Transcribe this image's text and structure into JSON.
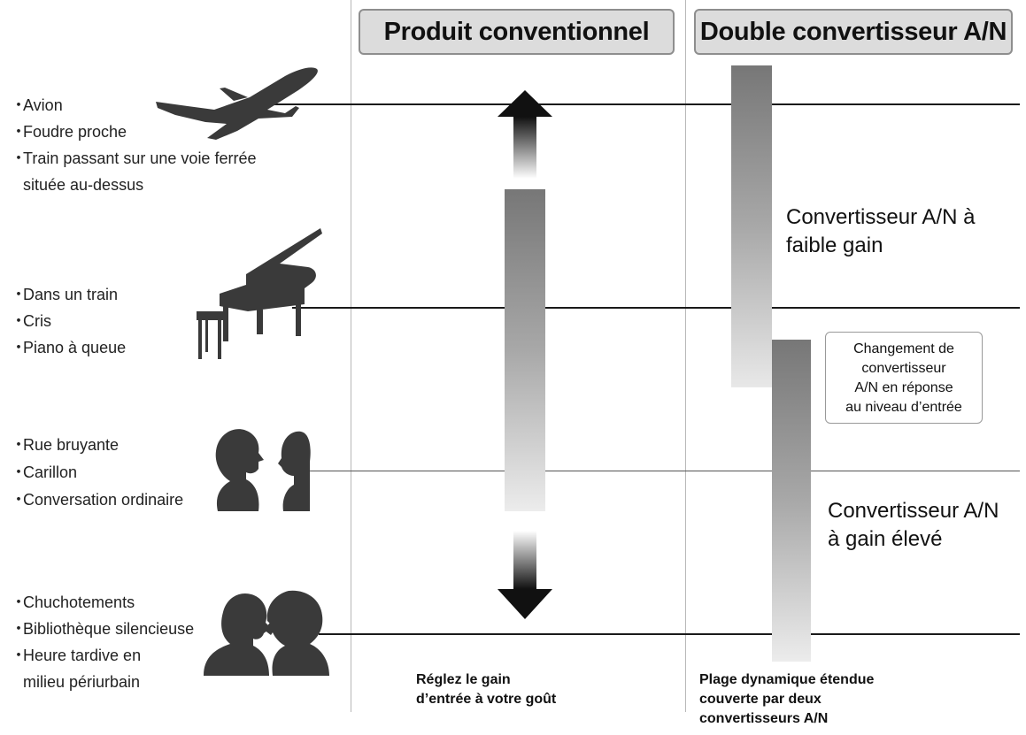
{
  "headers": {
    "conventional": "Produit conventionnel",
    "dual": "Double convertisseur A/N"
  },
  "groups": [
    {
      "items": [
        "Avion",
        "Foudre proche",
        "Train passant sur une voie ferrée",
        "située au-dessus"
      ],
      "icon": "airplane-icon"
    },
    {
      "items": [
        "Dans un train",
        "Cris",
        "Piano à queue"
      ],
      "icon": "grand-piano-icon"
    },
    {
      "items": [
        "Rue bruyante",
        "Carillon",
        "Conversation ordinaire"
      ],
      "icon": "two-people-talking-icon"
    },
    {
      "items": [
        "Chuchotements",
        "Bibliothèque silencieuse",
        "Heure tardive en",
        "milieu périurbain"
      ],
      "icon": "two-people-whispering-icon"
    }
  ],
  "low_gain_label": {
    "line1": "Convertisseur A/N à",
    "line2": "faible gain"
  },
  "high_gain_label": {
    "line1": "Convertisseur A/N",
    "line2": "à gain élevé"
  },
  "callout": {
    "line1": "Changement de",
    "line2": "convertisseur",
    "line3": "A/N en réponse",
    "line4": "au niveau d’entrée"
  },
  "notes": {
    "conventional": {
      "line1": "Réglez le gain",
      "line2": "d’entrée à votre goût"
    },
    "dual": {
      "line1": "Plage dynamique étendue",
      "line2": "couverte par deux",
      "line3": "convertisseurs A/N"
    }
  },
  "colors": {
    "line": "#1a1a1a",
    "header_bg": "#dcdcdc",
    "silhouette": "#3a3a3a"
  }
}
